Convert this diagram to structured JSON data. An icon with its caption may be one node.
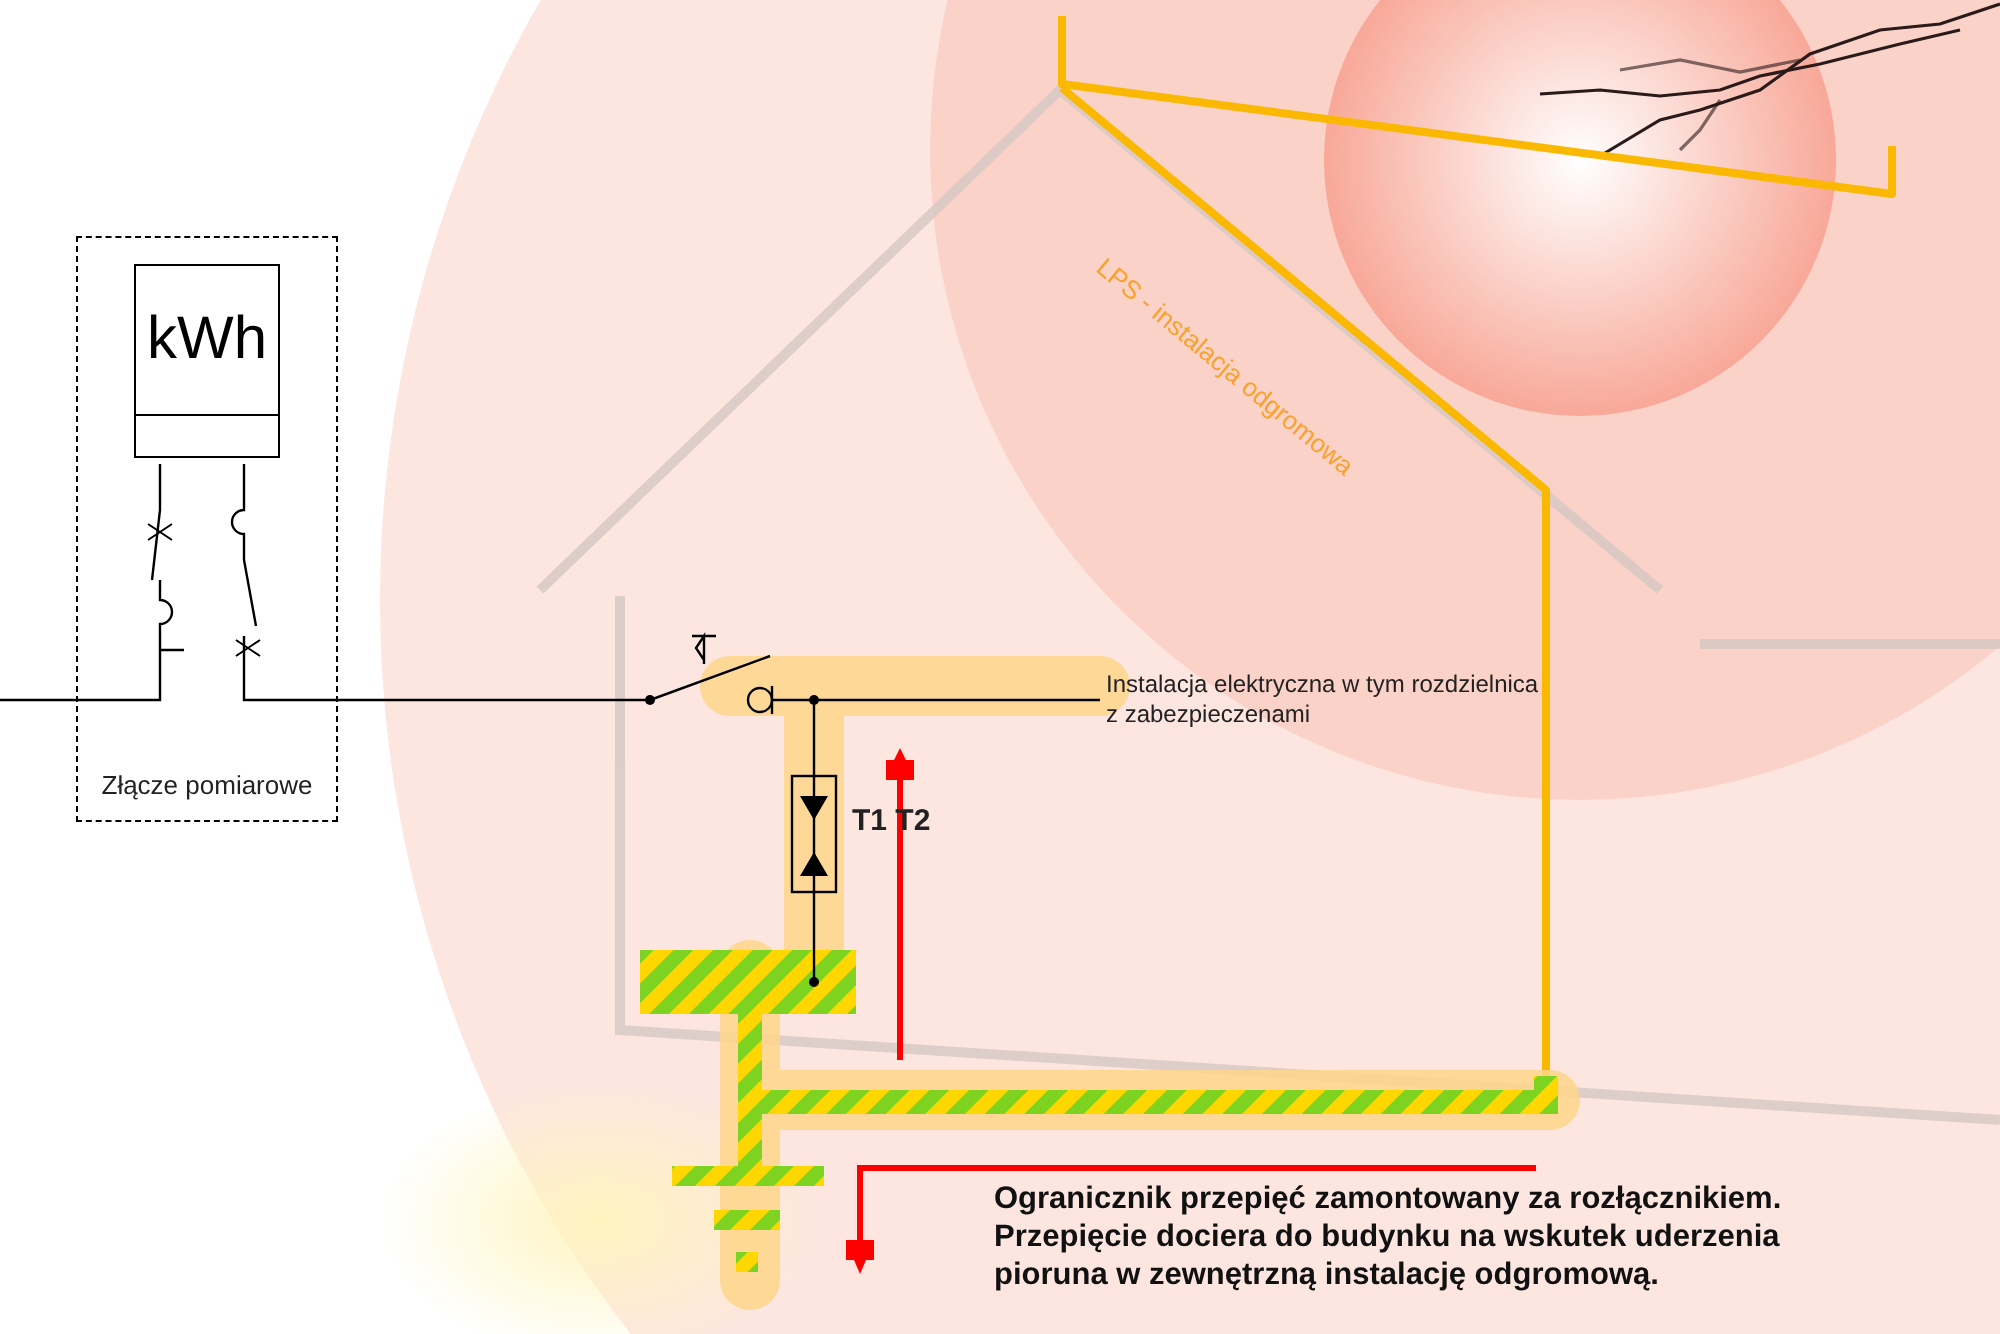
{
  "diagram": {
    "nodes": [
      {
        "text": [
          "Złącze pomiarowe"
        ]
      },
      {
        "text": [
          "kWh"
        ],
        "in": 0
      }
    ],
    "labels": [
      "Instalacja elektryczna w tym rozdzielnica z zabezpieczenami",
      "T1 T2",
      "LPS - instalacja odgromowa",
      "Ogranicznik przepięć zamontowany za rozłącznikiem. Przepięcie dociera do budynku na wskutek uderzenia pioruna w zewnętrzną instalację odgromową."
    ]
  }
}
